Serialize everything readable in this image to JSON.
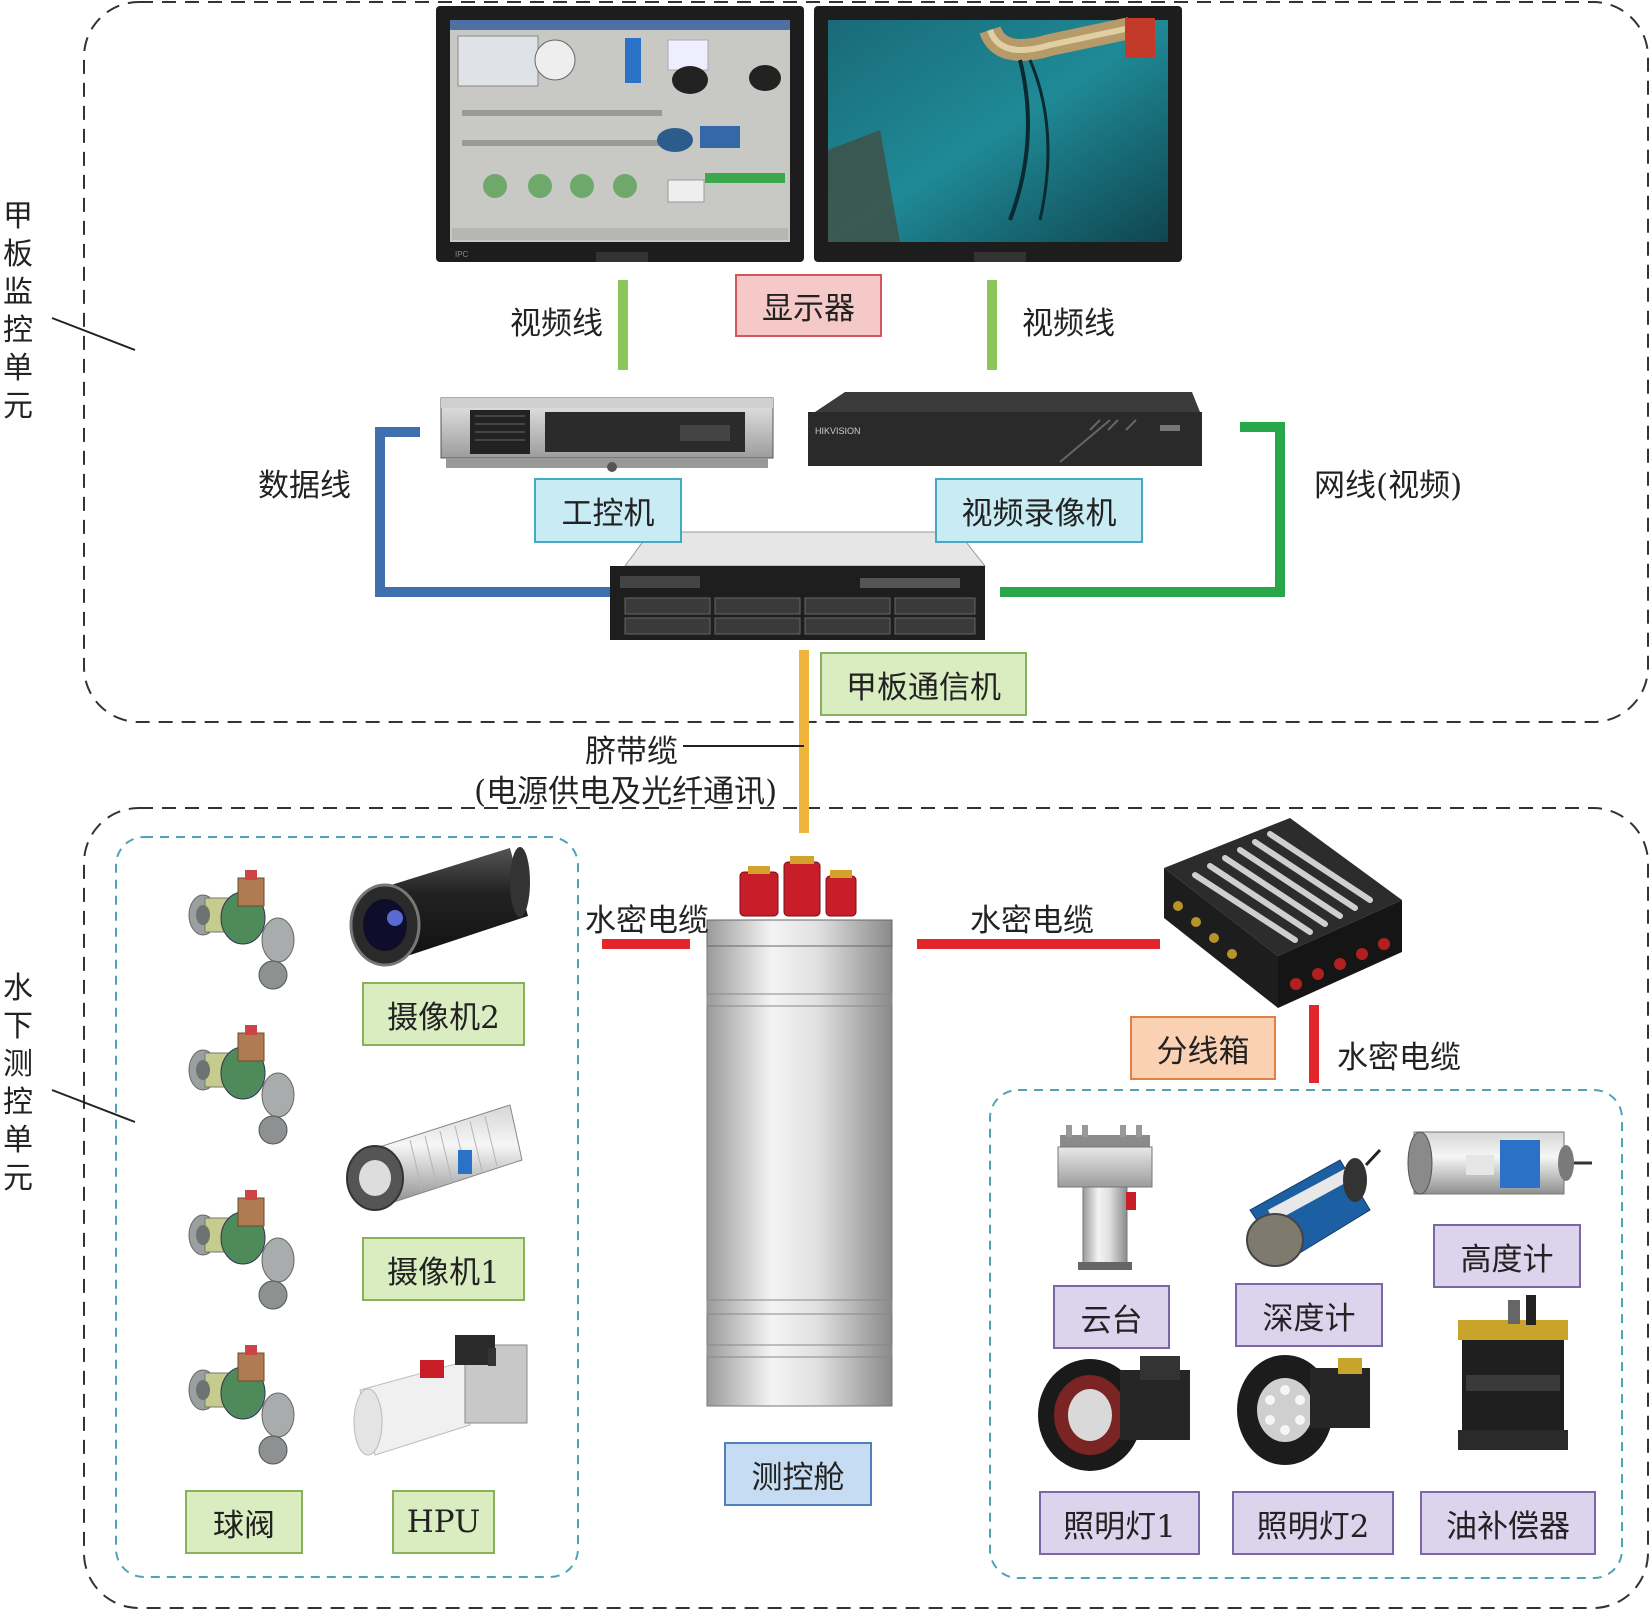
{
  "deck_unit": {
    "title": "甲板监控单元",
    "monitor_label": "显示器",
    "video_cable_left": "视频线",
    "video_cable_right": "视频线",
    "data_cable": "数据线",
    "network_cable": "网线(视频)",
    "ipc_label": "工控机",
    "nvr_label": "视频录像机",
    "deck_comm_label": "甲板通信机"
  },
  "umbilical": {
    "line1": "脐带缆",
    "line2": "(电源供电及光纤通讯)"
  },
  "subsea_unit": {
    "title": "水下测控单元",
    "watertight_cable_left": "水密电缆",
    "watertight_cable_right": "水密电缆",
    "watertight_cable_down": "水密电缆",
    "control_cabin_label": "测控舱",
    "junction_box_label": "分线箱",
    "camera2_label": "摄像机2",
    "camera1_label": "摄像机1",
    "ball_valve_label": "球阀",
    "hpu_label": "HPU",
    "pan_tilt_label": "云台",
    "depth_meter_label": "深度计",
    "altimeter_label": "高度计",
    "light1_label": "照明灯1",
    "light2_label": "照明灯2",
    "oil_compensator_label": "油补偿器"
  },
  "colors": {
    "video_line": "#8cc65a",
    "data_line": "#3e70b0",
    "network_line": "#27a64a",
    "umbilical_line": "#f0b43a",
    "watertight_line": "#e2262b"
  }
}
